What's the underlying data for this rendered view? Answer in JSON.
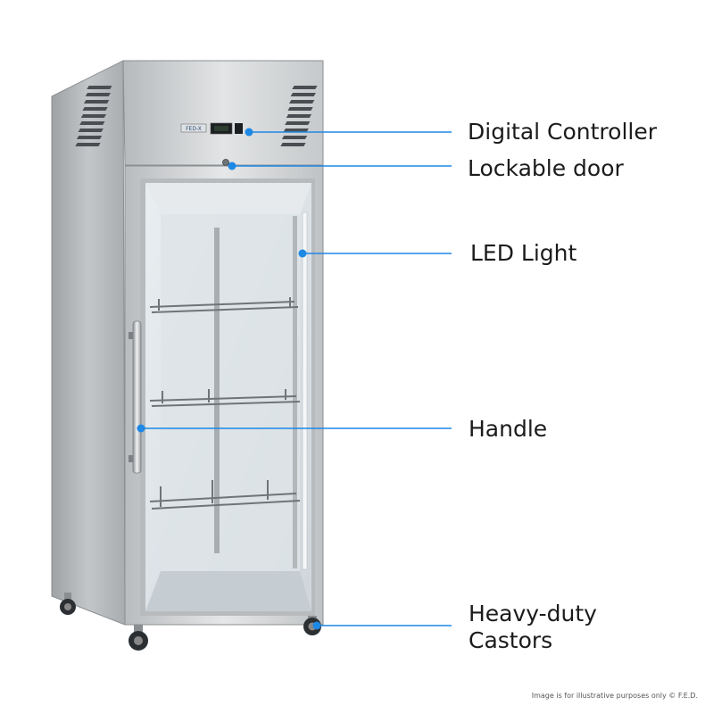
{
  "callouts": {
    "digital_controller": "Digital Controller",
    "lockable_door": "Lockable door",
    "led_light": "LED Light",
    "handle": "Handle",
    "heavy_duty_castors_line1": "Heavy-duty",
    "heavy_duty_castors_line2": "Castors"
  },
  "brand_badge": "FED-X",
  "disclaimer": "Image is for illustrative purposes only © F.E.D.",
  "colors": {
    "callout_line": "#1e88e5",
    "stainless": "#c9ccce",
    "label_text": "#1b1b1b"
  }
}
